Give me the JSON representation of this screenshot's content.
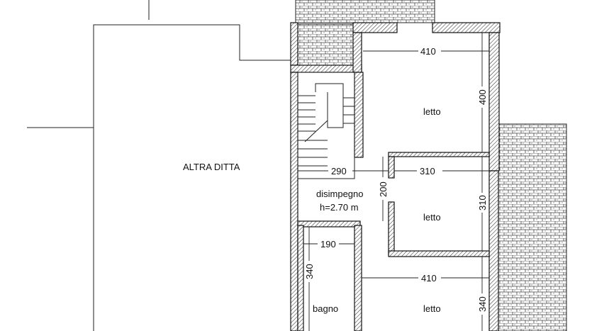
{
  "rooms": {
    "other_company": "ALTRA DITTA",
    "bedroom_1": "letto",
    "bedroom_2": "letto",
    "bedroom_3": "letto",
    "hallway": "disimpegno",
    "hallway_height": "h=2.70 m",
    "bathroom": "bagno"
  },
  "dimensions": {
    "bed1_width": "410",
    "bed1_depth": "400",
    "bed2_width": "310",
    "bed2_depth": "310",
    "hall_width": "290",
    "hall_depth": "200",
    "bath_width": "190",
    "bath_depth": "340",
    "bed3_width": "410",
    "bed3_depth": "340"
  }
}
